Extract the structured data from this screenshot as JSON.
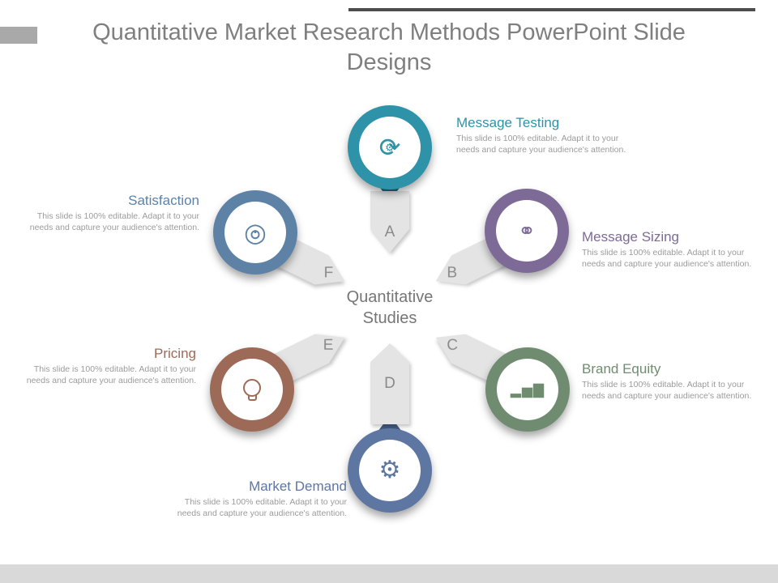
{
  "page": {
    "title": "Quantitative Market Research Methods PowerPoint Slide Designs"
  },
  "center": {
    "title": "Quantitative Studies"
  },
  "nodes": [
    {
      "letter": "A",
      "label": "Message Testing",
      "color": "#2E93A8",
      "dark_color": "#1E7186",
      "icon": "sync-arrows-gear-icon",
      "glyph": "⟳",
      "glyph_overlay": "⚙",
      "desc": "This slide is 100% editable. Adapt it to your needs and capture your audience's attention."
    },
    {
      "letter": "B",
      "label": "Message Sizing",
      "color": "#7D6A96",
      "dark_color": "#5F5176",
      "icon": "handshake-icon",
      "glyph": "⚭",
      "desc": "This slide is 100% editable. Adapt it to your needs and capture your audience's attention."
    },
    {
      "letter": "C",
      "label": "Brand Equity",
      "color": "#6F8C70",
      "dark_color": "#546D55",
      "icon": "bar-chart-icon",
      "glyph": "▂▅▇",
      "desc": "This slide is 100% editable. Adapt it to your needs and capture your audience's attention."
    },
    {
      "letter": "D",
      "label": "Market Demand",
      "color": "#5D76A2",
      "dark_color": "#475C82",
      "icon": "gear-icon",
      "glyph": "⚙",
      "desc": "This slide is 100% editable. Adapt it to your needs and capture your audience's attention."
    },
    {
      "letter": "E",
      "label": "Pricing",
      "color": "#9D6A58",
      "dark_color": "#7C5244",
      "icon": "lightbulb-icon",
      "desc": "This slide is 100% editable. Adapt it to your needs and capture your audience's attention."
    },
    {
      "letter": "F",
      "label": "Satisfaction",
      "color": "#5D82A6",
      "dark_color": "#466886",
      "icon": "target-icon",
      "glyph": "◎",
      "glyph_overlay": "●",
      "desc": "This slide is 100% editable. Adapt it to your needs and capture your audience's attention."
    }
  ]
}
